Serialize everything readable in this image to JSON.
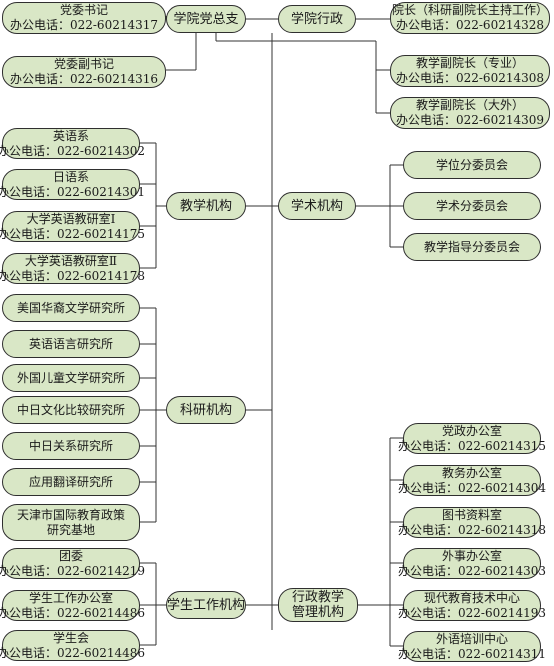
{
  "colors": {
    "box_fill": "#d9e7c6",
    "box_border": "#2f2f2f",
    "connector": "#333333"
  },
  "top": {
    "party_secretary": {
      "name": "学院党总支"
    },
    "administration": {
      "name": "学院行政"
    }
  },
  "leaders": [
    {
      "title": "党委书记",
      "phone": "办公电话：022-60214317"
    },
    {
      "title": "党委副书记",
      "phone": "办公电话：022-60214316"
    },
    {
      "title": "院长（科研副院长主持工作）",
      "phone": "办公电话：022-60214328"
    },
    {
      "title": "教学副院长（专业）",
      "phone": "办公电话：022-60214308"
    },
    {
      "title": "教学副院长（大外）",
      "phone": "办公电话：022-60214309"
    }
  ],
  "teaching": {
    "name": "教学机构",
    "units": [
      {
        "title": "英语系",
        "phone": "办公电话：022-60214302"
      },
      {
        "title": "日语系",
        "phone": "办公电话：022-60214301"
      },
      {
        "title": "大学英语教研室Ⅰ",
        "phone": "办公电话：022-60214175"
      },
      {
        "title": "大学英语教研室Ⅱ",
        "phone": "办公电话：022-60214178"
      }
    ]
  },
  "academic": {
    "name": "学术机构",
    "units": [
      "学位分委员会",
      "学术分委员会",
      "教学指导分委员会"
    ]
  },
  "research": {
    "name": "科研机构",
    "units": [
      {
        "line1": "美国华裔文学研究所"
      },
      {
        "line1": "英语语言研究所"
      },
      {
        "line1": "外国儿童文学研究所"
      },
      {
        "line1": "中日文化比较研究所"
      },
      {
        "line1": "中日关系研究所"
      },
      {
        "line1": "应用翻译研究所"
      },
      {
        "line1": "天津市国际教育政策",
        "line2": "研究基地"
      }
    ]
  },
  "student": {
    "name": "学生工作机构",
    "units": [
      {
        "title": "团委",
        "phone": "办公电话：022-60214219"
      },
      {
        "title": "学生工作办公室",
        "phone": "办公电话：022-60214486"
      },
      {
        "title": "学生会",
        "phone": "办公电话：022-60214486"
      }
    ]
  },
  "admin_management": {
    "line1": "行政教学",
    "line2": "管理机构",
    "units": [
      {
        "title": "党政办公室",
        "phone": "办公电话：022-60214315"
      },
      {
        "title": "教务办公室",
        "phone": "办公电话：022-60214304"
      },
      {
        "title": "图书资料室",
        "phone": "办公电话：022-60214318"
      },
      {
        "title": "外事办公室",
        "phone": "办公电话：022-60214303"
      },
      {
        "title": "现代教育技术中心",
        "phone": "办公电话：022-60214193"
      },
      {
        "title": "外语培训中心",
        "phone": "办公电话：022-60214311"
      }
    ]
  }
}
